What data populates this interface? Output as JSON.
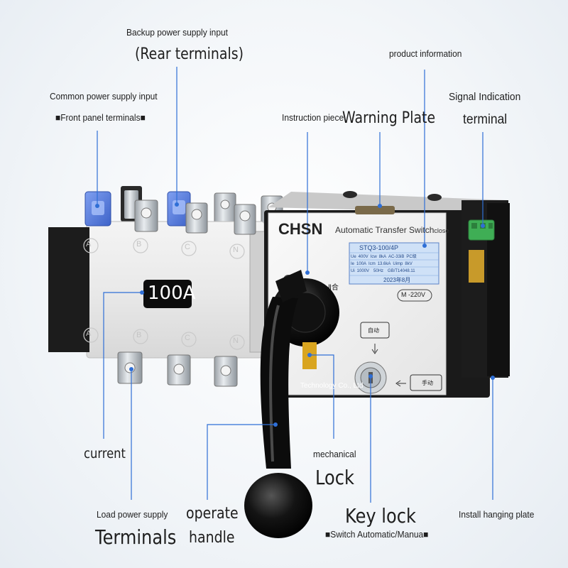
{
  "labels": {
    "backup_title": "Backup power supply input",
    "backup_sub": "(Rear terminals)",
    "product_info": "product information",
    "common_title": "Common power supply input",
    "common_sub": "■Front panel terminals■",
    "instruction": "Instruction piece",
    "warning": "Warning Plate",
    "signal_title": "Signal Indication",
    "signal_sub": "terminal",
    "current": "current",
    "mechanical": "mechanical",
    "lock": "Lock",
    "load_title": "Load power supply",
    "load_sub": "Terminals",
    "operate": "operate",
    "handle": "handle",
    "key_lock": "Key lock",
    "key_sub": "■Switch Automatic/Manua■",
    "hanging": "Install hanging plate"
  },
  "device": {
    "brand": "CHSN",
    "title": "Automatic Transfer Switch",
    "title_suffix": "close",
    "rating": "100A",
    "model": "STQ3-100/4P",
    "voltage_badge": "M -220V",
    "company": "Technology Co., Ltd",
    "position_mark": "Ⅱ合",
    "auto_label": "自动",
    "manual_label": "手动",
    "date": "2023年8月",
    "standard": "GB/T14048.11",
    "phases": [
      "A",
      "B",
      "C",
      "N"
    ],
    "spec_rows": [
      [
        "Ue",
        "400V",
        "Icw",
        "8kA",
        "AC-33iB",
        "PC级"
      ],
      [
        "Ie",
        "100A",
        "Icm",
        "13.6kA",
        "Uimp",
        "8kV"
      ],
      [
        "Ui",
        "1000V",
        "",
        "50Hz",
        "",
        "GB/T14048.11"
      ]
    ]
  },
  "colors": {
    "callout": "#2f6fd6",
    "terminal_cover_blue": "#5b7fe0",
    "signal_terminal_green": "#3fae55",
    "nameplate_blue": "#cfe1f7",
    "handle_black": "#101010",
    "body_grey": "#eeeeee"
  }
}
